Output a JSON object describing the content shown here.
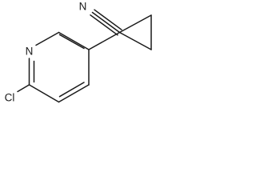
{
  "molecule": {
    "atoms": {
      "nitrile_n": "N",
      "pyridine_n": "N",
      "chlorine": "Cl"
    }
  }
}
